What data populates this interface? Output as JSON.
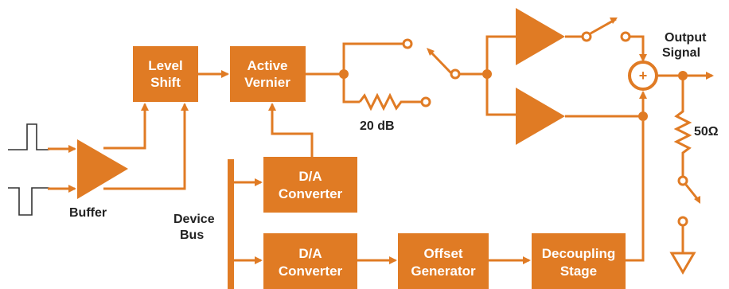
{
  "blocks": {
    "level_shift": [
      "Level",
      "Shift"
    ],
    "active_vernier": [
      "Active",
      "Vernier"
    ],
    "da_converter_1": [
      "D/A",
      "Converter"
    ],
    "da_converter_2": [
      "D/A",
      "Converter"
    ],
    "offset_generator": [
      "Offset",
      "Generator"
    ],
    "decoupling_stage": [
      "Decoupling",
      "Stage"
    ]
  },
  "labels": {
    "buffer": "Buffer",
    "device_bus": [
      "Device",
      "Bus"
    ],
    "attenuator": "20 dB",
    "output_signal": [
      "Output",
      "Signal"
    ],
    "termination": "50Ω",
    "summer": "+"
  },
  "colors": {
    "block": "#e07b24",
    "wire": "#e07b24",
    "text": "#222222"
  }
}
